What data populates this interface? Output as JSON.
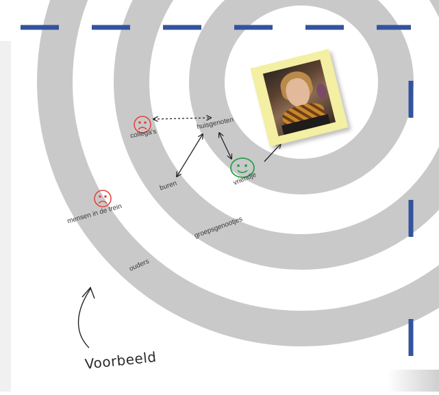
{
  "labels": {
    "collegas": "collega's",
    "huisgenoten": "huisgenoten",
    "buren": "buren",
    "vriendje": "vriendje",
    "mensen_in_de_trein": "mensen in de trein",
    "groepsgenootjes": "groepsgenootjes",
    "ouders": "ouders"
  },
  "caption": "Voorbeeld",
  "faces": {
    "collegas": "sad",
    "mensen_in_de_trein": "sad",
    "vriendje": "happy"
  },
  "colors": {
    "ring": "#c9c9c9",
    "dash_border": "#34539e",
    "sad_face": "#e0453f",
    "happy_face": "#27a04a",
    "sticky_note": "#f3efa3",
    "arrow": "#222222"
  }
}
